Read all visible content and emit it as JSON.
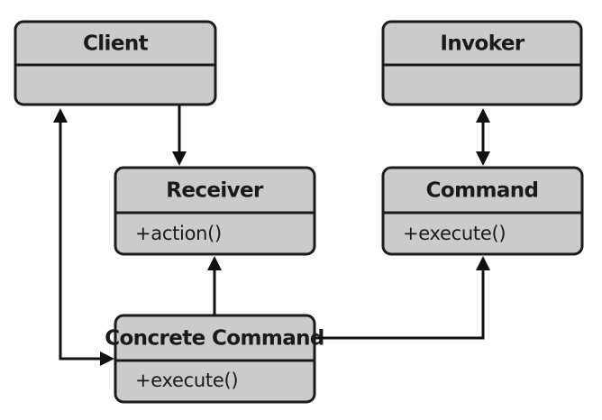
{
  "classes": {
    "client": {
      "name": "Client",
      "members": []
    },
    "invoker": {
      "name": "Invoker",
      "members": []
    },
    "receiver": {
      "name": "Receiver",
      "members": [
        "+action()"
      ]
    },
    "command": {
      "name": "Command",
      "members": [
        "+execute()"
      ]
    },
    "concrete": {
      "name": "Concrete Command",
      "members": [
        "+execute()"
      ]
    }
  },
  "relations": [
    {
      "from": "Client",
      "to": "Receiver",
      "kind": "directed"
    },
    {
      "from": "Invoker",
      "to": "Command",
      "kind": "bidirectional"
    },
    {
      "from": "Concrete Command",
      "to": "Receiver",
      "kind": "directed"
    },
    {
      "from": "Concrete Command",
      "to": "Command",
      "kind": "directed"
    },
    {
      "from": "Client",
      "to": "Concrete Command",
      "kind": "bidirectional"
    }
  ]
}
